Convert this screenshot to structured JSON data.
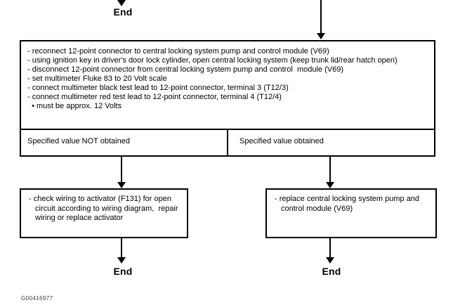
{
  "flowchart": {
    "end_top_label": "End",
    "procedure_box": {
      "lines": [
        "- reconnect 12-point connector to central locking system pump and control module (V69)",
        "- using ignition key in driver's door lock cylinder, open central locking system (keep trunk lid/rear hatch open)",
        "- disconnect 12-point connector from central locking system pump and control  module (V69)",
        "- set multimeter Fluke 83 to 20 Volt scale",
        "- connect multimeter black test lead to 12-point connector, terminal 3 (T12/3)",
        "- connect multimeter red test lead to 12-point connector, terminal 4 (T12/4)",
        "  • must be approx. 12 Volts"
      ]
    },
    "outcome_row": {
      "left_label": "Specified value NOT obtained",
      "right_label": "Specified value obtained"
    },
    "left_action_box": {
      "text": "- check wiring to activator (F131) for open circuit according to wiring diagram,  repair wiring or replace activator"
    },
    "right_action_box": {
      "text": "- replace central locking system pump and control module (V69)"
    },
    "end_left_label": "End",
    "end_right_label": "End",
    "figure_id": "G00416977",
    "colors": {
      "line": "#000000",
      "background": "#ffffff"
    }
  }
}
